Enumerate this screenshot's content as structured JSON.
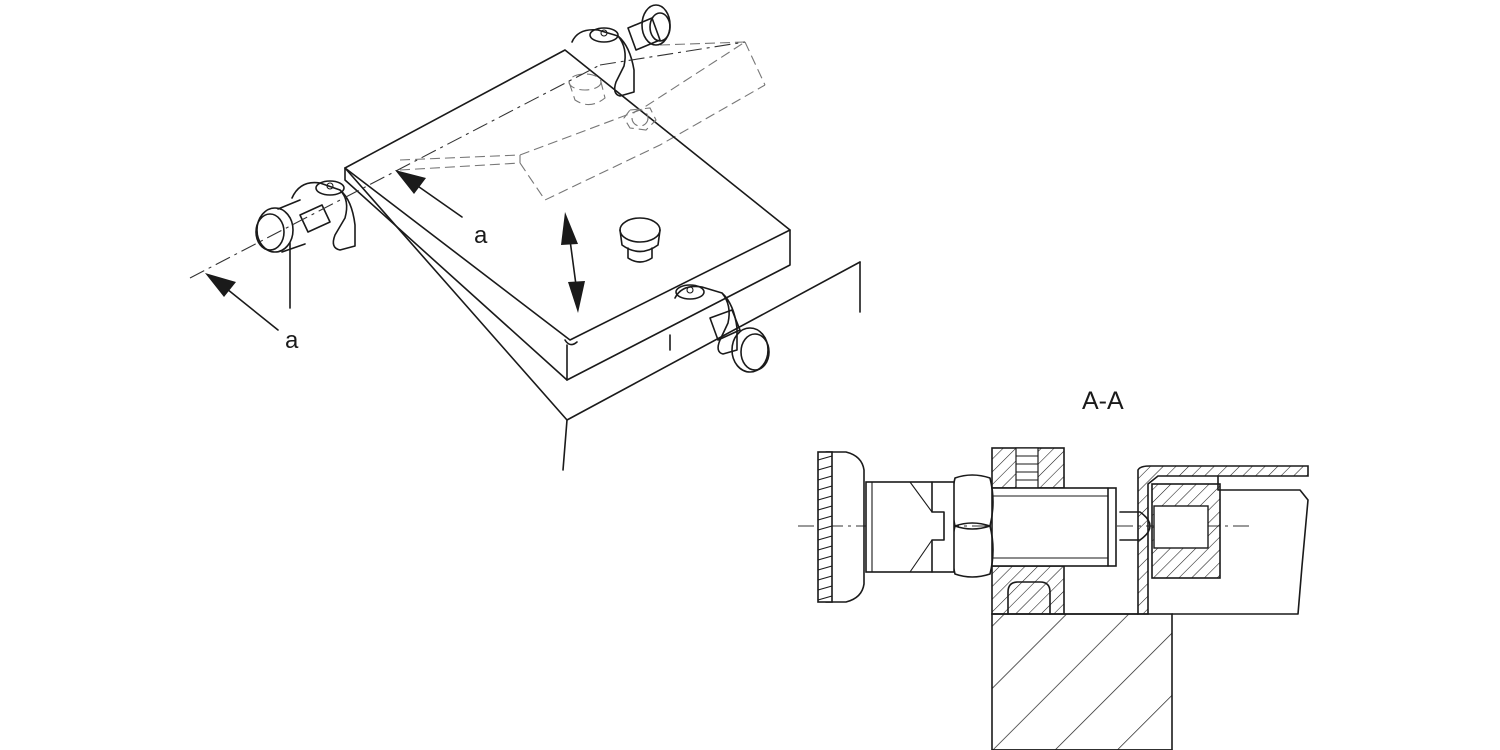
{
  "labels": {
    "arrow_label_upper": "a",
    "arrow_label_lower": "a",
    "section_title": "A-A"
  },
  "colors": {
    "ink": "#1a1a1a",
    "background": "#ffffff"
  }
}
